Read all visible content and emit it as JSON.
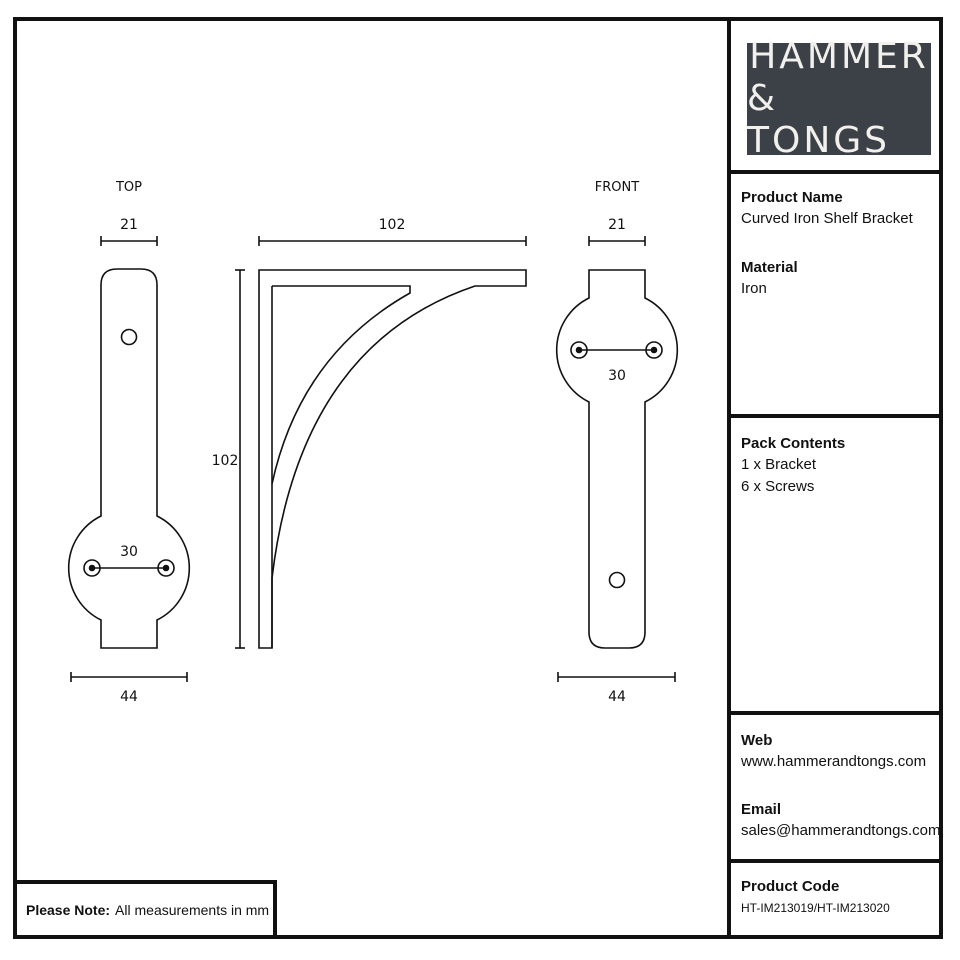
{
  "brand": {
    "line1": "HAMMER",
    "line2": "& TONGS",
    "colors": {
      "logo_bg": "#3c4148",
      "logo_text": "#f2f0ec"
    }
  },
  "views": {
    "top": {
      "label": "TOP",
      "width_dim": "21",
      "hole_dim": "30",
      "base_dim": "44"
    },
    "side": {
      "width_dim": "102",
      "height_dim": "102"
    },
    "front": {
      "label": "FRONT",
      "width_dim": "21",
      "hole_dim": "30",
      "base_dim": "44"
    }
  },
  "info": {
    "product_name_label": "Product Name",
    "product_name": "Curved Iron Shelf Bracket",
    "material_label": "Material",
    "material": "Iron",
    "pack_label": "Pack Contents",
    "pack_items": [
      "1 x Bracket",
      "6 x Screws"
    ],
    "web_label": "Web",
    "web": "www.hammerandtongs.com",
    "email_label": "Email",
    "email": "sales@hammerandtongs.com",
    "code_label": "Product Code",
    "code": "HT-IM213019/HT-IM213020"
  },
  "note": {
    "label": "Please Note:",
    "text": "All measurements in mm"
  }
}
